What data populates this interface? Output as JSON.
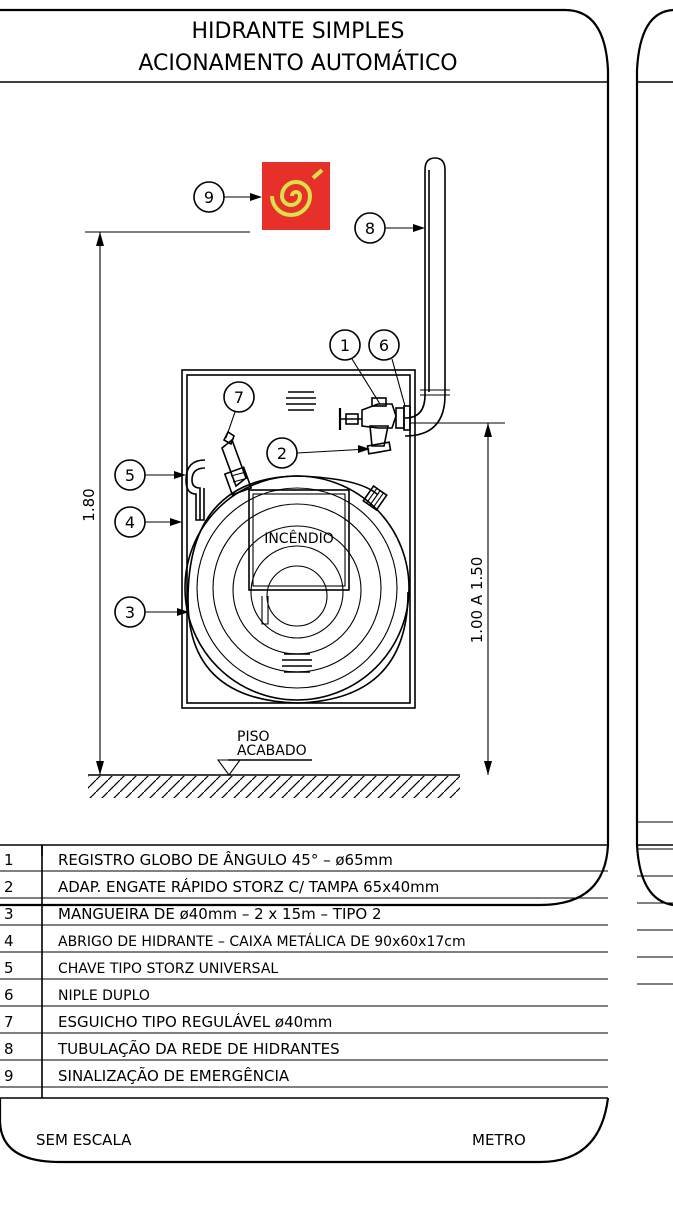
{
  "title": {
    "line1": "HIDRANTE SIMPLES",
    "line2": "ACIONAMENTO AUTOMÁTICO"
  },
  "labels": {
    "incendio": "INCÊNDIO",
    "piso_line1": "PISO",
    "piso_line2": "ACABADO",
    "dim_total": "1.80",
    "dim_valve": "1.00  A  1.50"
  },
  "callouts": [
    "1",
    "2",
    "3",
    "4",
    "5",
    "6",
    "7",
    "8",
    "9"
  ],
  "legend": [
    {
      "num": "1",
      "text": "REGISTRO GLOBO DE ÂNGULO 45° – ø65mm"
    },
    {
      "num": "2",
      "text": "ADAP. ENGATE RÁPIDO STORZ C/ TAMPA 65x40mm"
    },
    {
      "num": "3",
      "text": "MANGUEIRA DE ø40mm – 2 x 15m – TIPO 2"
    },
    {
      "num": "4",
      "text": "ABRIGO DE HIDRANTE – CAIXA METÁLICA DE 90x60x17cm"
    },
    {
      "num": "5",
      "text": "CHAVE TIPO STORZ UNIVERSAL"
    },
    {
      "num": "6",
      "text": "NIPLE DUPLO"
    },
    {
      "num": "7",
      "text": "ESGUICHO TIPO REGULÁVEL ø40mm"
    },
    {
      "num": "8",
      "text": "TUBULAÇÃO DA REDE DE HIDRANTES"
    },
    {
      "num": "9",
      "text": "SINALIZAÇÃO DE EMERGÊNCIA"
    }
  ],
  "footer": {
    "scale": "SEM ESCALA",
    "unit": "METRO"
  },
  "colors": {
    "sign_red": "#e8302a",
    "sign_yellow": "#d8e04a"
  }
}
